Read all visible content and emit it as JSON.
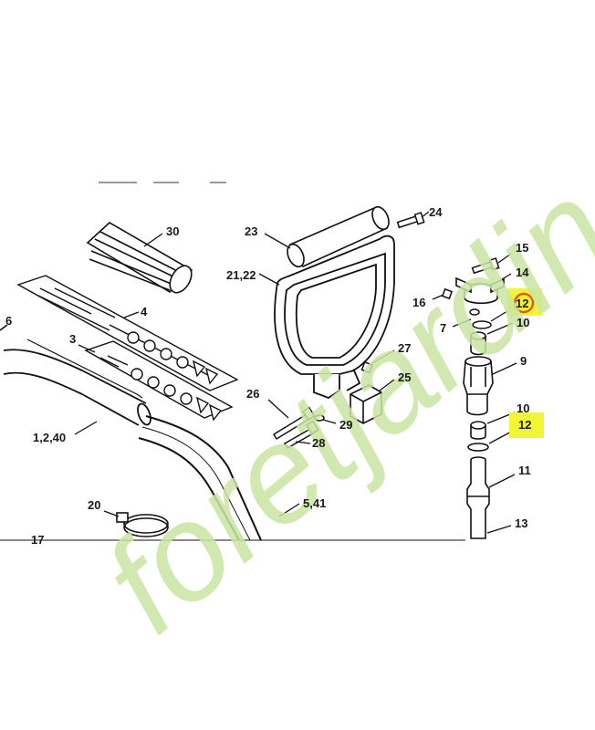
{
  "part_labels": {
    "p30": "30",
    "p23": "23",
    "p24": "24",
    "p15": "15",
    "p21_22": "21,22",
    "p14": "14",
    "p16": "16",
    "p12a": "12",
    "p7": "7",
    "p10a": "10",
    "p6": "6",
    "p4": "4",
    "p3": "3",
    "p27": "27",
    "p9": "9",
    "p25": "25",
    "p26": "26",
    "p29": "29",
    "p10b": "10",
    "p12b": "12",
    "p1_2_40": "1,2,40",
    "p28": "28",
    "p11": "11",
    "p20": "20",
    "p5_41": "5,41",
    "p13": "13",
    "p17": "17"
  },
  "highlight_colors": {
    "box": "#f2f535",
    "circle": "#e0582a"
  },
  "watermark": {
    "text": "foretjardin.com",
    "color_main": "#c9e6a3",
    "color_accent": "#f3b366",
    "color_gray": "#d4ccc4"
  }
}
